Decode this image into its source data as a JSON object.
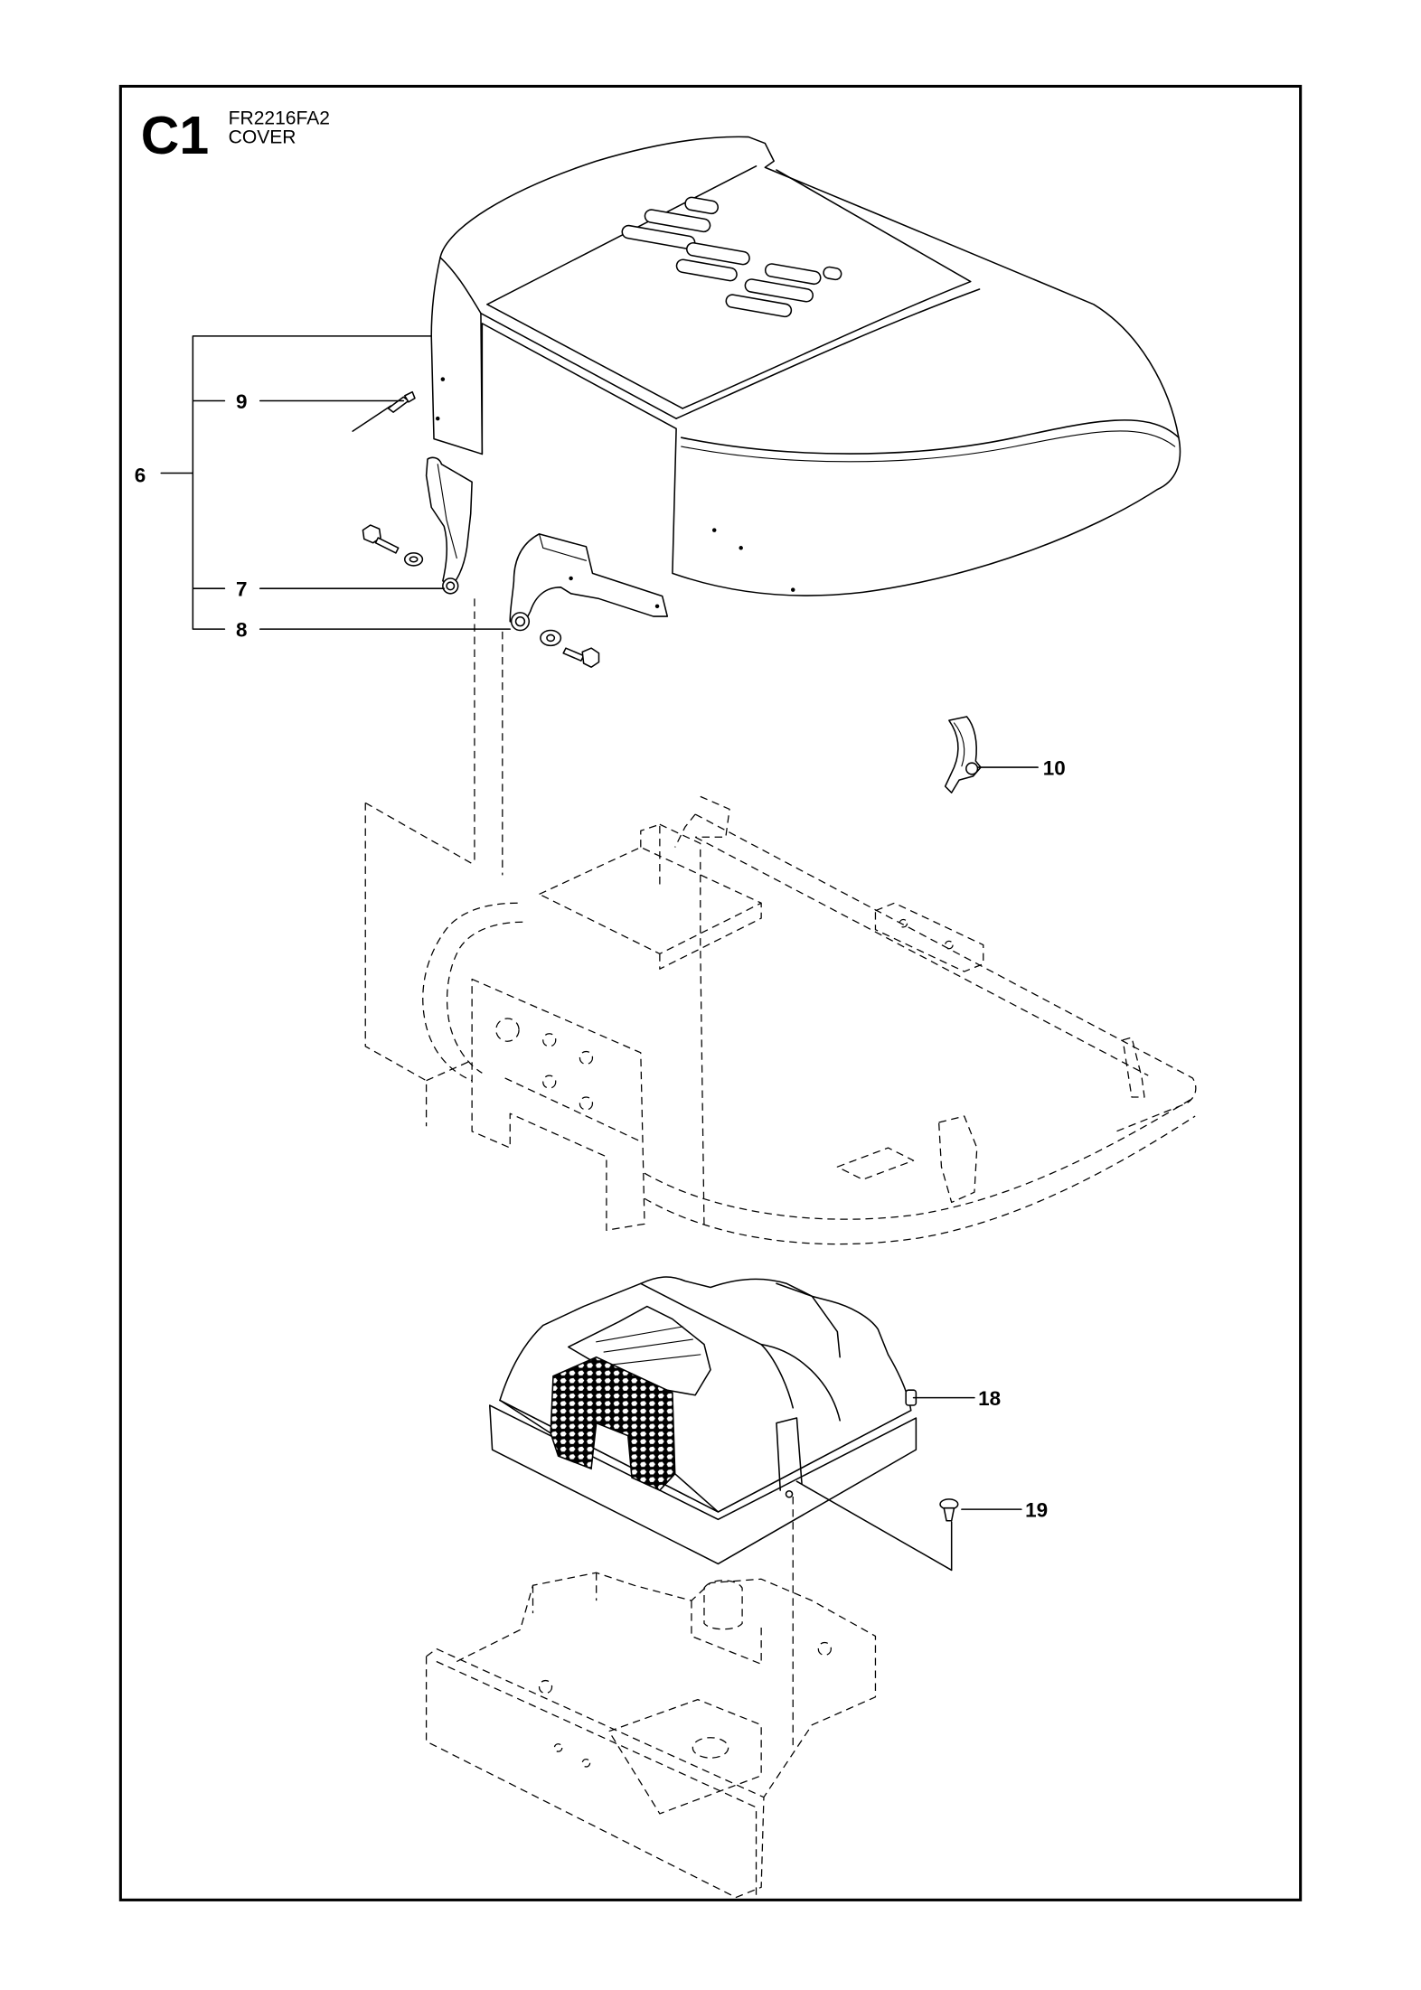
{
  "header": {
    "section": "C1",
    "model": "FR2216FA2",
    "title": "COVER"
  },
  "callouts": [
    "6",
    "7",
    "8",
    "9",
    "10",
    "18",
    "19"
  ],
  "colors": {
    "line": "#000000",
    "background": "#ffffff"
  }
}
